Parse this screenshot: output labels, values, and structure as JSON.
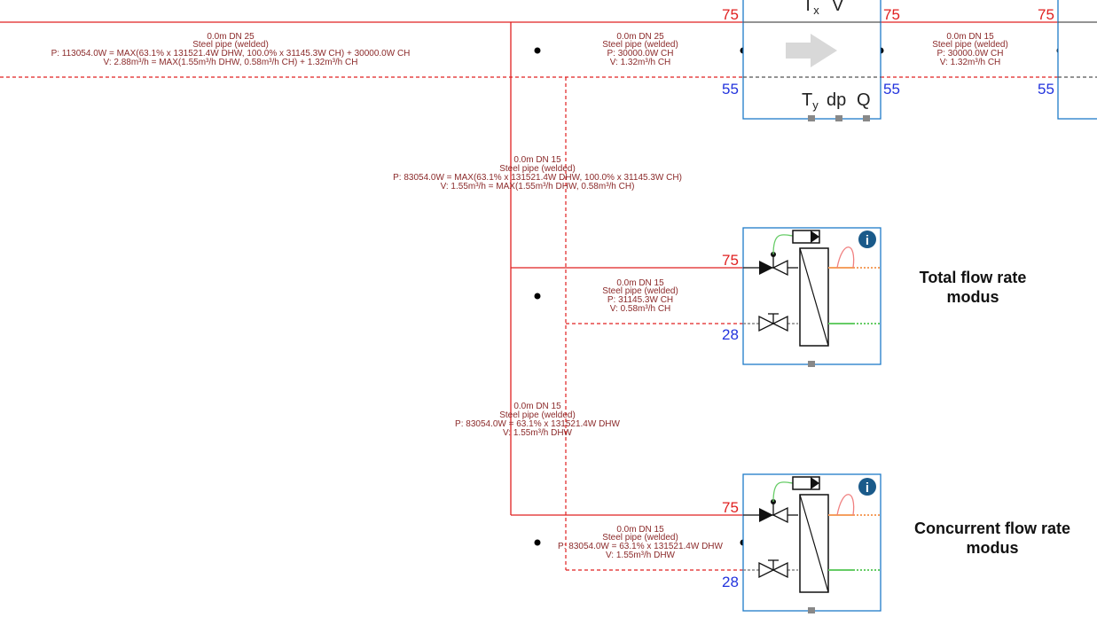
{
  "pipes": {
    "main": {
      "line1": "0.0m DN 25",
      "line2": "Steel pipe (welded)",
      "line3": "P: 113054.0W = MAX(63.1% x 131521.4W DHW, 100.0% x 31145.3W CH) + 30000.0W CH",
      "line4": "V: 2.88m³/h = MAX(1.55m³/h DHW, 0.58m³/h CH) + 1.32m³/h CH"
    },
    "mid_top": {
      "line1": "0.0m DN 25",
      "line2": "Steel pipe (welded)",
      "line3": "P: 30000.0W CH",
      "line4": "V: 1.32m³/h CH"
    },
    "right_top": {
      "line1": "0.0m DN 15",
      "line2": "Steel pipe (welded)",
      "line3": "P: 30000.0W CH",
      "line4": "V: 1.32m³/h CH"
    },
    "branch1": {
      "line1": "0.0m DN 15",
      "line2": "Steel pipe (welded)",
      "line3": "P: 83054.0W = MAX(63.1% x 131521.4W DHW, 100.0% x 31145.3W CH)",
      "line4": "V: 1.55m³/h = MAX(1.55m³/h DHW, 0.58m³/h CH)"
    },
    "branch1_h": {
      "line1": "0.0m DN 15",
      "line2": "Steel pipe (welded)",
      "line3": "P: 31145.3W CH",
      "line4": "V: 0.58m³/h CH"
    },
    "branch2": {
      "line1": "0.0m DN 15",
      "line2": "Steel pipe (welded)",
      "line3": "P: 83054.0W = 63.1% x 131521.4W DHW",
      "line4": "V: 1.55m³/h DHW"
    },
    "branch2_h": {
      "line1": "0.0m DN 15",
      "line2": "Steel pipe (welded)",
      "line3": "P: 83054.0W = 63.1% x 131521.4W DHW",
      "line4": "V: 1.55m³/h DHW"
    }
  },
  "temps": {
    "supply": "75",
    "return_top": "55",
    "return_branch": "28"
  },
  "pump_box": {
    "top_label_1": "T",
    "top_label_1_sub": "x",
    "top_label_2": "V",
    "bottom_label_1": "T",
    "bottom_label_1_sub": "y",
    "bottom_label_2": "dp",
    "bottom_label_3": "Q"
  },
  "units": [
    {
      "mode_line1": "Total flow rate",
      "mode_line2": "modus",
      "info": "i"
    },
    {
      "mode_line1": "Concurrent flow rate",
      "mode_line2": "modus",
      "info": "i"
    }
  ],
  "colors": {
    "supply": "#e02020",
    "return": "#e02020",
    "box_border": "#1e7bc8",
    "label": "#8b2a2a",
    "return_temp": "#2233dd",
    "info_badge": "#1a5a8a"
  }
}
